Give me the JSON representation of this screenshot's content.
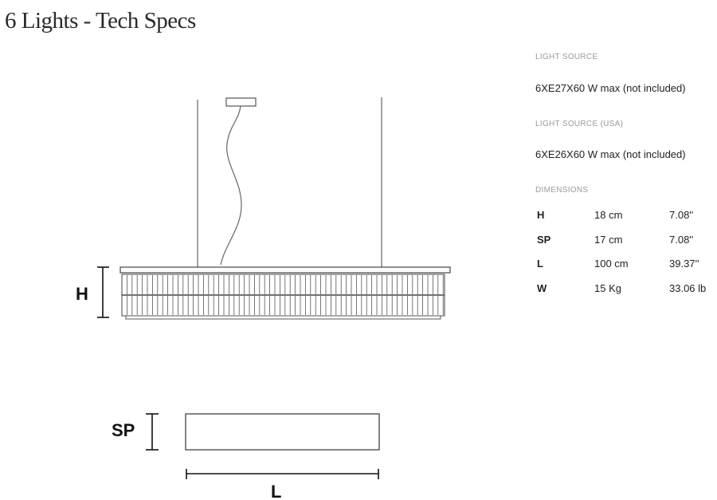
{
  "page": {
    "title": "6 Lights - Tech Specs"
  },
  "drawing": {
    "height_marker": "H",
    "spacing_marker": "SP",
    "length_marker": "L"
  },
  "specs": {
    "light_source": {
      "label": "LIGHT SOURCE",
      "value": "6XE27X60 W max (not included)"
    },
    "light_source_usa": {
      "label": "LIGHT SOURCE (USA)",
      "value": "6XE26X60 W max (not included)"
    },
    "dimensions": {
      "label": "DIMENSIONS",
      "rows": [
        {
          "key": "H",
          "metric": "18 cm",
          "imperial": "7.08''"
        },
        {
          "key": "SP",
          "metric": "17 cm",
          "imperial": "7.08''"
        },
        {
          "key": "L",
          "metric": "100 cm",
          "imperial": "39.37''"
        },
        {
          "key": "W",
          "metric": "15 Kg",
          "imperial": "33.06 lb"
        }
      ]
    }
  }
}
